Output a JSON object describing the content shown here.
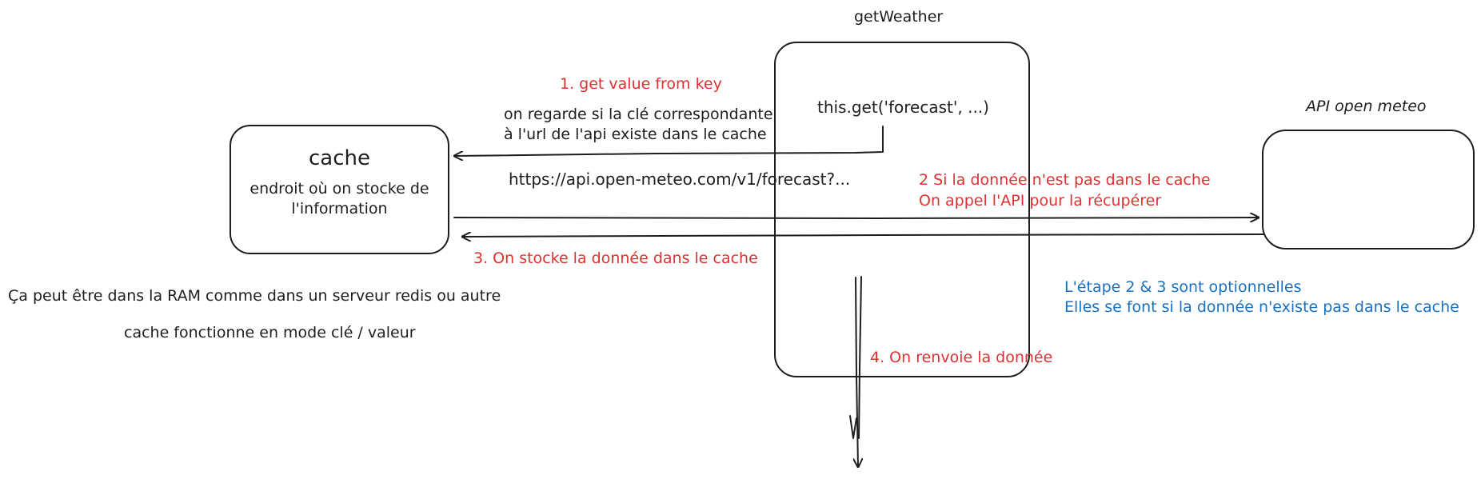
{
  "nodes": {
    "getweather": {
      "title": "getWeather",
      "code": "this.get('forecast', ...)"
    },
    "cache": {
      "title": "cache",
      "description_line1": "endroit où on stocke de",
      "description_line2": "l'information"
    },
    "api": {
      "title": "API open meteo"
    }
  },
  "steps": {
    "step1": {
      "title": "1. get value from key",
      "detail_line1": "on regarde si la clé correspondante",
      "detail_line2": "à l'url de l'api existe dans le cache",
      "url": "https://api.open-meteo.com/v1/forecast?..."
    },
    "step2": {
      "line1": "2 Si la donnée n'est pas dans le cache",
      "line2": "On appel l'API pour la récupérer"
    },
    "step3": {
      "title": "3. On stocke la donnée dans le cache"
    },
    "step4": {
      "title": "4. On renvoie la donnée"
    }
  },
  "notes": {
    "storage": "Ça peut être dans la RAM comme dans un serveur redis ou autre",
    "mode": "cache fonctionne en mode clé / valeur",
    "optional_line1": "L'étape 2 & 3 sont optionnelles",
    "optional_line2": "Elles se font si la donnée n'existe pas dans le cache"
  },
  "colors": {
    "stroke": "#1e1e1e",
    "step_text": "#e03131",
    "note_text": "#1971c2",
    "background": "#ffffff"
  }
}
